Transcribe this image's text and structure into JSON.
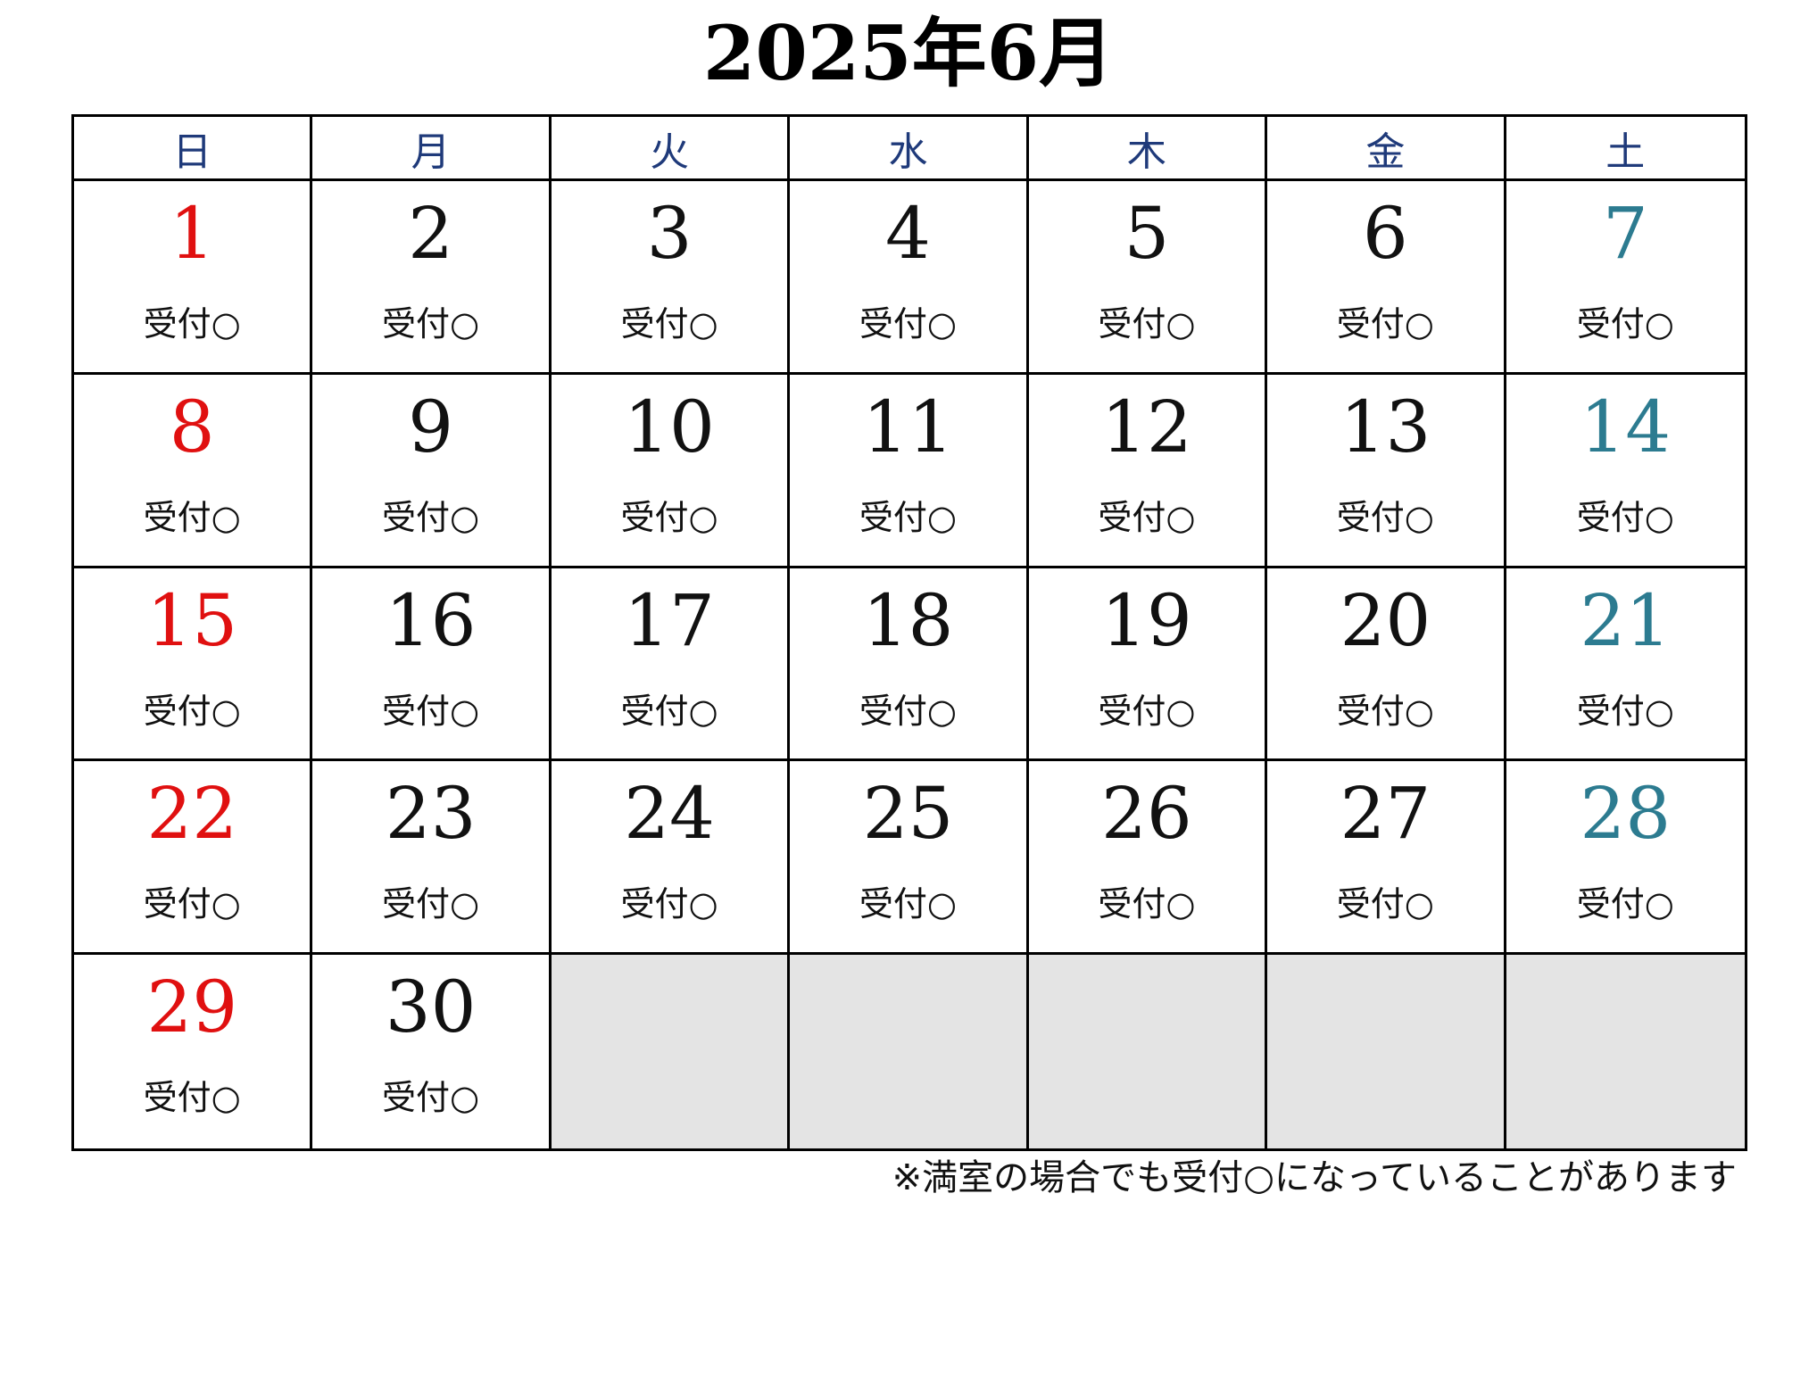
{
  "title": "2025年6月",
  "weekdays": [
    "日",
    "月",
    "火",
    "水",
    "木",
    "金",
    "土"
  ],
  "status_label": "受付○",
  "weeks": [
    [
      "1",
      "2",
      "3",
      "4",
      "5",
      "6",
      "7"
    ],
    [
      "8",
      "9",
      "10",
      "11",
      "12",
      "13",
      "14"
    ],
    [
      "15",
      "16",
      "17",
      "18",
      "19",
      "20",
      "21"
    ],
    [
      "22",
      "23",
      "24",
      "25",
      "26",
      "27",
      "28"
    ],
    [
      "29",
      "30",
      "",
      "",
      "",
      "",
      ""
    ]
  ],
  "note": "※満室の場合でも受付○になっていることがあります",
  "colors": {
    "sunday": "#e01010",
    "saturday": "#2c7b90",
    "header": "#1f3a7a",
    "empty_cell": "#e4e4e4"
  }
}
